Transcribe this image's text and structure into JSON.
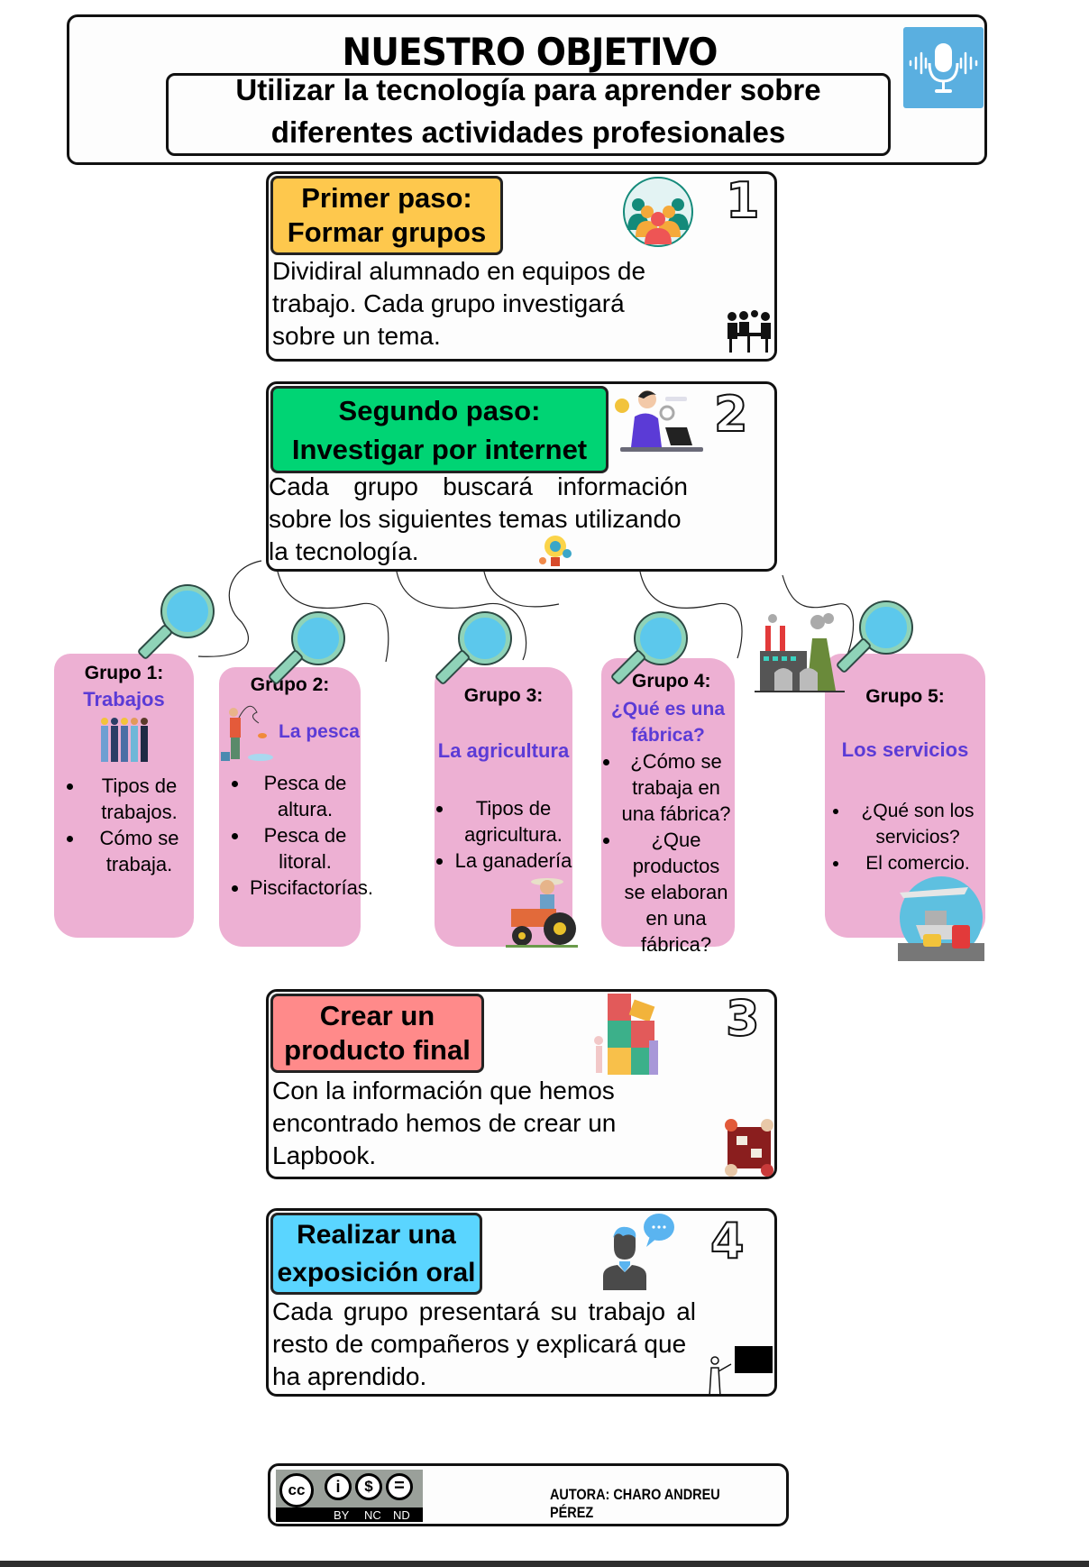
{
  "header": {
    "title": "NUESTRO OBJETIVO",
    "subtitle_line1": "Utilizar la tecnología para aprender sobre",
    "subtitle_line2": "diferentes actividades profesionales",
    "icon": "microphone-icon"
  },
  "steps": [
    {
      "number": "1",
      "label_line1": "Primer paso:",
      "label_line2": "Formar grupos",
      "color": "#fec84d",
      "body": [
        "Dividiral alumnado en equipos de",
        "trabajo. Cada grupo investigará",
        "sobre un tema."
      ],
      "icons": [
        "group-people-icon",
        "team-meeting-icon"
      ]
    },
    {
      "number": "2",
      "label_line1": "Segundo paso:",
      "label_line2": "Investigar por internet",
      "color": "#00d474",
      "body": [
        "Cada grupo buscará información",
        "sobre los siguientes temas utilizando",
        "la tecnología."
      ],
      "icons": [
        "person-laptop-search-icon",
        "lightbulb-science-icon"
      ]
    },
    {
      "number": "3",
      "label_line1": "Crear un",
      "label_line2": "producto final",
      "color": "#ff8a8a",
      "body": [
        "Con la información que hemos",
        "encontrado hemos de crear un",
        "Lapbook."
      ],
      "icons": [
        "puzzle-team-icon",
        "crafting-table-icon"
      ]
    },
    {
      "number": "4",
      "label_line1": "Realizar una",
      "label_line2": "exposición oral",
      "color": "#5ad5ff",
      "body": [
        "Cada grupo presentará su trabajo al",
        "resto de compañeros y explicará que",
        "ha aprendido."
      ],
      "icons": [
        "speaker-chat-icon",
        "presenter-board-icon"
      ]
    }
  ],
  "groups": [
    {
      "title": "Grupo 1:",
      "subject": "Trabajos",
      "items": [
        "Tipos de trabajos.",
        "Cómo se trabaja."
      ],
      "icon": "workers-icon"
    },
    {
      "title": "Grupo 2:",
      "subject": "La pesca",
      "items": [
        "Pesca de altura.",
        "Pesca de litoral.",
        "Piscifactorías."
      ],
      "icon": "fisherman-icon"
    },
    {
      "title": "Grupo 3:",
      "subject": "La agricultura",
      "items": [
        "Tipos de agricultura.",
        "La ganadería"
      ],
      "icon": "farmer-tractor-icon"
    },
    {
      "title": "Grupo 4:",
      "subject": "¿Qué es una fábrica?",
      "items": [
        "¿Cómo se trabaja en una fábrica?",
        "¿Que productos se elaboran en una fábrica?"
      ],
      "icon": "factory-icon"
    },
    {
      "title": "Grupo 5:",
      "subject": "Los servicios",
      "items": [
        "¿Qué son los servicios?",
        "El comercio."
      ],
      "icon": "transport-services-icon"
    }
  ],
  "footer": {
    "license": {
      "cc": "cc",
      "by": "BY",
      "nc": "NC",
      "nd": "ND"
    },
    "author": "AUTORA: CHARO ANDREU PÉREZ"
  },
  "colors": {
    "accent_text": "#5b3bd6",
    "card_pink": "#edb0d3",
    "mic_blue": "#5aafe0"
  }
}
